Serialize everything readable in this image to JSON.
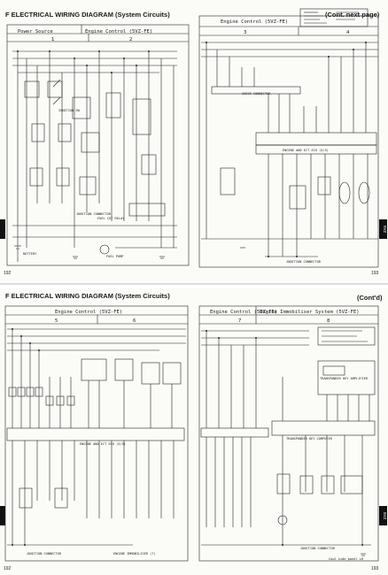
{
  "top_left": {
    "title": "F   ELECTRICAL WIRING DIAGRAM (System Circuits)",
    "section_left": "Power Source",
    "section_right": "Engine Control (5VZ-FE)",
    "columns": [
      "1",
      "2"
    ],
    "labels": {
      "junction_connector": "JUNCTION CONNECTOR",
      "battery": "BATTERY",
      "fuel_pump": "FUEL PUMP",
      "ignition_sw": "IGNITION SW",
      "fuel_cut_relay": "FUEL CUT RELAY"
    },
    "page_number": "192"
  },
  "top_right": {
    "cont": "(Cont. next page)",
    "section": "Engine Control (5VZ-FE)",
    "columns": [
      "3",
      "4"
    ],
    "labels": {
      "check_connector": "CHECK CONNECTOR",
      "ecu": "ENGINE AND ECT ECU (5/5)",
      "junction_connector": "JUNCTION CONNECTOR"
    },
    "page_number": "193",
    "tab": "5VZ"
  },
  "bottom_left": {
    "title": "F   ELECTRICAL WIRING DIAGRAM (System Circuits)",
    "section": "Engine Control (5VZ-FE)",
    "columns": [
      "5",
      "6"
    ],
    "labels": {
      "ecu": "ENGINE AND ECT ECU (5/5)",
      "junction_connector": "JUNCTION CONNECTOR",
      "immobiliser": "ENGINE IMMOBILISER (7)"
    },
    "page_number": "192"
  },
  "bottom_right": {
    "cont": "(Cont'd)",
    "section_left": "Engine Control (5VZ-FE)",
    "section_right": "Engine Immobiliser System (5VZ-FE)",
    "columns": [
      "7",
      "8"
    ],
    "labels": {
      "transponder_amp": "TRANSPONDER KEY AMPLIFIER",
      "transponder_ecu": "TRANSPONDER KEY COMPUTER",
      "junction_connector": "JUNCTION CONNECTOR",
      "cowl_side": "Cowl side panel LH"
    },
    "page_number": "193",
    "tab": "5VZ"
  }
}
